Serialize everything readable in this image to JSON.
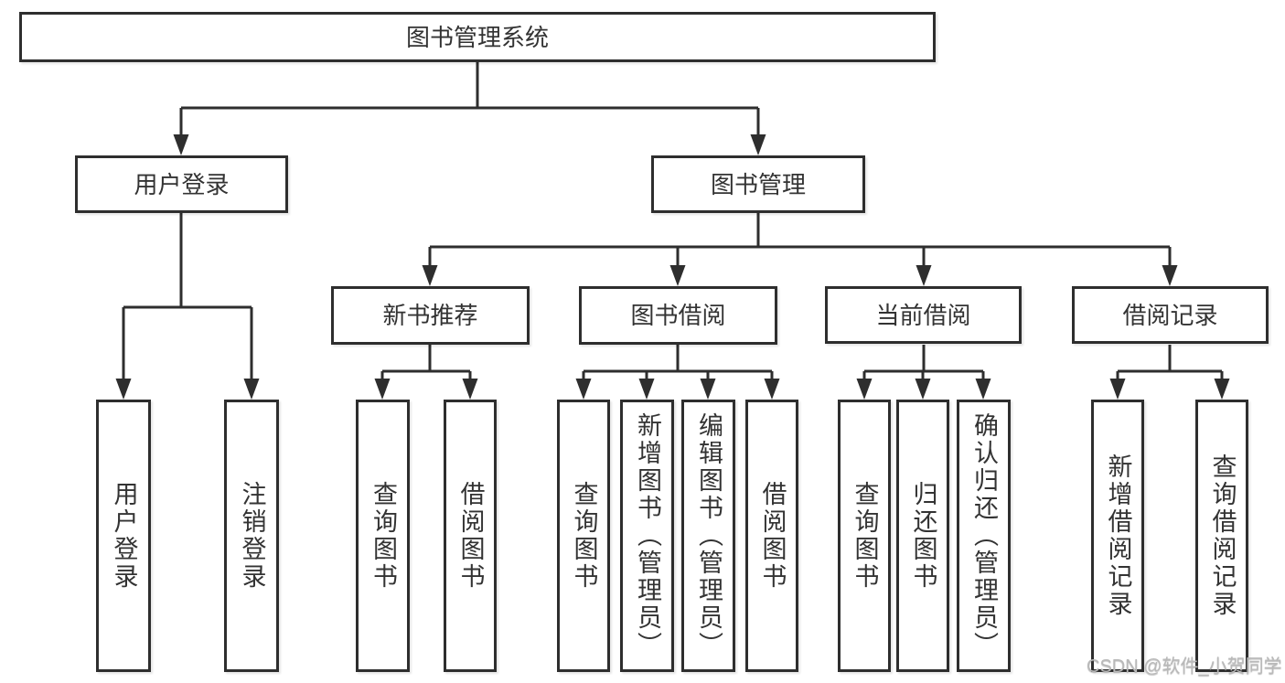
{
  "nodes": {
    "root": "图书管理系统",
    "user_login": "用户登录",
    "book_mgmt": "图书管理",
    "new_book_rec": "新书推荐",
    "book_borrow": "图书借阅",
    "current_borrow": "当前借阅",
    "borrow_records": "借阅记录",
    "leaf_user_login": "用户登录",
    "leaf_logout": "注销登录",
    "nbr_query_book": "查询图书",
    "nbr_borrow_book": "借阅图书",
    "bb_query_book": "查询图书",
    "bb_add_book": "新增图书（管理员）",
    "bb_edit_book": "编辑图书（管理员）",
    "bb_borrow_book": "借阅图书",
    "cb_query_book": "查询图书",
    "cb_return_book": "归还图书",
    "cb_confirm_return": "确认归还（管理员）",
    "br_add_record": "新增借阅记录",
    "br_query_record": "查询借阅记录"
  },
  "watermark": "CSDN @软件_小贺同学",
  "colors": {
    "line": "#2e2e2e",
    "text": "#333333",
    "background": "#ffffff",
    "watermark": "#b9b9b9"
  }
}
